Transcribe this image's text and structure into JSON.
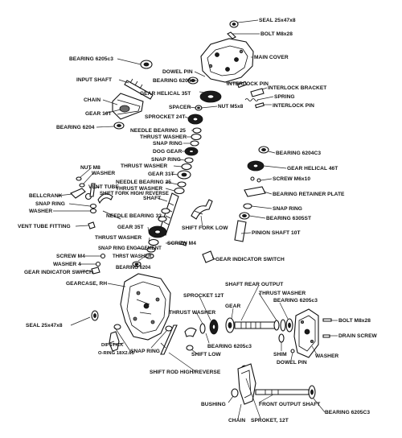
{
  "colors": {
    "ink": "#111111",
    "paper": "#ffffff",
    "shade": "#6b6b6b"
  },
  "labels": {
    "seal_25x47x8_top": "SEAL 25x47x8",
    "bolt_m8x28_top": "BOLT M8x28",
    "main_cover": "MAIN COVER",
    "bearing_6205c3_top": "BEARING 6205c3",
    "dowel_pin_top": "DOWEL PIN",
    "input_shaft": "INPUT SHAFT",
    "bearing_6204_top": "BEARING 6204",
    "interlock_pin_upper": "INTERLOCK PIN",
    "interlock_bracket": "INTERLOCK BRACKET",
    "gear_helical_35t": "GEAR HELICAL 35T",
    "spring": "SPRING",
    "chain_upper": "CHAIN",
    "interlock_pin_lower": "INTERLOCK PIN",
    "gear_16t": "GEAR 16T",
    "spacer": "SPACER",
    "nut_m5x8": "NUT M5x8",
    "bearing_6204_left": "BEARING 6204",
    "sprocket_24t": "SPROCKET 24T",
    "needle_bearing_25_a": "NEEDLE BEARING 25",
    "thrust_washer_a": "THRUST WASHER",
    "snap_ring_a": "SNAP RING",
    "dog_gear": "DOG GEAR",
    "bearing_6204c3": "BEARING 6204C3",
    "snap_ring_b": "SNAP RING",
    "thrust_washer_b": "THRUST WASHER",
    "gear_helical_46t": "GEAR HELICAL 46T",
    "nut_m8": "NUT M8",
    "washer_upper": "WASHER",
    "gear_31t": "GEAR 31T",
    "screw_m6x10": "SCREW M6x10",
    "needle_bearing_25_b": "NEEDLE BEARING 25",
    "vent_tube": "VENT TUBE",
    "thrust_washer_c": "THRUST WASHER",
    "bellcrank": "BELLCRANK",
    "shift_fork_high_reverse": "SHIFT FORK HIGH/ REVERSE",
    "shaft": "SHAFT",
    "bearing_retainer_plate": "BEARING RETAINER PLATE",
    "snap_ring_c": "SNAP RING",
    "washer_left": "WASHER",
    "needle_bearing_32": "NEEDLE BEARING 32",
    "snap_ring_d": "SNAP RING",
    "bearing_6305st": "BEARING 6305ST",
    "vent_tube_fitting": "VENT TUBE FITTING",
    "gear_35t": "GEAR 35T",
    "shift_fork_low": "SHIFT FORK LOW",
    "pinion_shaft_10t": "PINION SHAFT 10T",
    "thrust_washer_d": "THRUST WASHER",
    "screw_m4_right": "SCREW M4",
    "snap_ring_engagement": "SNAP RING ENGAGEMENT",
    "screw_m4_left": "SCREW M4",
    "thrust_washer_e": "THRST WASHER",
    "gear_indicator_switch_right": "GEAR INDICATOR SWITCH",
    "washer_4": "WASHER 4",
    "bearing_6204_lower": "BEARING 6204",
    "gear_indicator_switch_left": "GEAR INDICATOR SWITCH",
    "gearcase_rh": "GEARCASE, RH",
    "shaft_rear_output": "SHAFT REAR OUTPUT",
    "sprocket_12t_upper": "SPROCKET 12T",
    "thrust_washer_f": "THRUST WASHER",
    "gear": "GEAR",
    "bearing_6205c3_right": "BEARING 6205c3",
    "thrust_washer_g": "THRUST WASHER",
    "seal_25x47x8_lower": "SEAL 25x47x8",
    "bolt_m8x28_lower": "BOLT M8x28",
    "drain_screw": "DRAIN SCREW",
    "dipstick": "DIPSTICK",
    "o_ring": "O-RING 18X2.65",
    "bearing_6205c3_lower": "BEARING 6205c3",
    "washer_right": "WASHER",
    "shim": "SHIM",
    "snap_ring_e": "SNAP RING",
    "shift_low": "SHIFT LOW",
    "dowel_pin_lower": "DOWEL PIN",
    "shift_rod_high_reverse": "SHIFT ROD HIGH/REVERSE",
    "bushing": "BUSHING",
    "front_output_shaft": "FRONT OUTPUT SHAFT",
    "bearing_6205c3_bottom": "BEARING 6205C3",
    "chain_lower": "CHAIN",
    "sprocket_12t_lower": "SPROKET, 12T"
  }
}
